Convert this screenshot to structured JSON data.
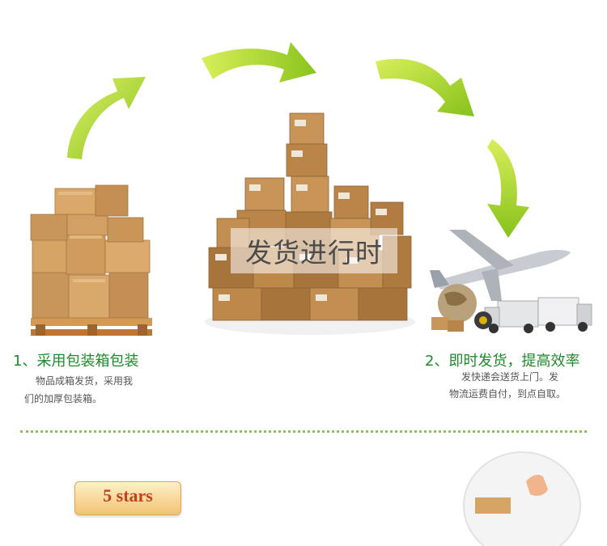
{
  "banner": {
    "text": "发货进行时"
  },
  "step1": {
    "title": "1、采用包装箱包装",
    "desc_line1": "物品成箱发货，采用我",
    "desc_line2": "们的加厚包装箱。"
  },
  "step2": {
    "title": "2、即时发货，提高效率",
    "desc_line1": "发快递会送货上门。发",
    "desc_line2": "物流运费自付，到点自取。"
  },
  "badge": {
    "text": "5 stars"
  },
  "colors": {
    "accent_green": "#1e8a2c",
    "arrow_green": "#a6d61f",
    "divider_green": "#88c458",
    "box_brown": "#c99a5e"
  },
  "icons": {
    "arrows": "curved-green-arrow-icon",
    "left_image": "cardboard-boxes-pallet",
    "center_image": "stacked-boxes-city",
    "right_image": "plane-truck-globe"
  }
}
